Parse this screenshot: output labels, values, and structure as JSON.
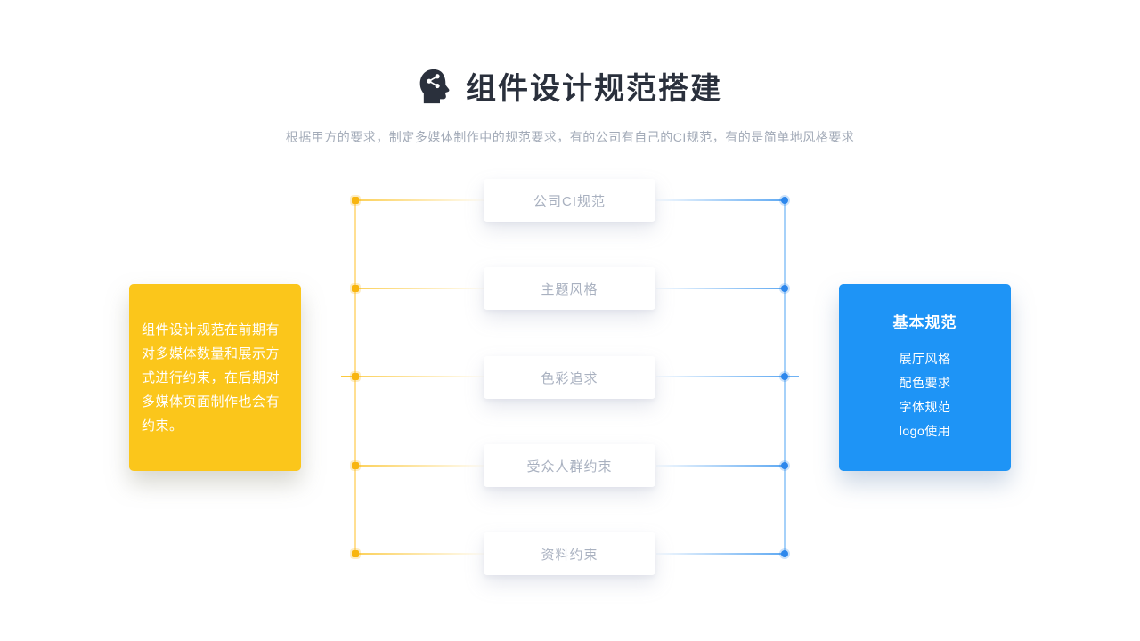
{
  "header": {
    "icon": "head-share-icon",
    "title": "组件设计规范搭建",
    "subtitle": "根据甲方的要求，制定多媒体制作中的规范要求，有的公司有自己的CI规范，有的是简单地风格要求"
  },
  "left_panel": {
    "text": "组件设计规范在前期有对多媒体数量和展示方式进行约束，在后期对多媒体页面制作也会有约束。"
  },
  "center_nodes": [
    {
      "label": "公司CI规范"
    },
    {
      "label": "主题风格"
    },
    {
      "label": "色彩追求"
    },
    {
      "label": "受众人群约束"
    },
    {
      "label": "资料约束"
    }
  ],
  "right_panel": {
    "title": "基本规范",
    "items": [
      "展厅风格",
      "配色要求",
      "字体规范",
      "logo使用"
    ]
  },
  "colors": {
    "accent_yellow": "#FBC61B",
    "accent_blue": "#1E94F6",
    "title_text": "#2A303C",
    "subtitle_text": "#A3ABB8",
    "node_text": "#A9B1C0",
    "background": "#FFFFFF"
  }
}
